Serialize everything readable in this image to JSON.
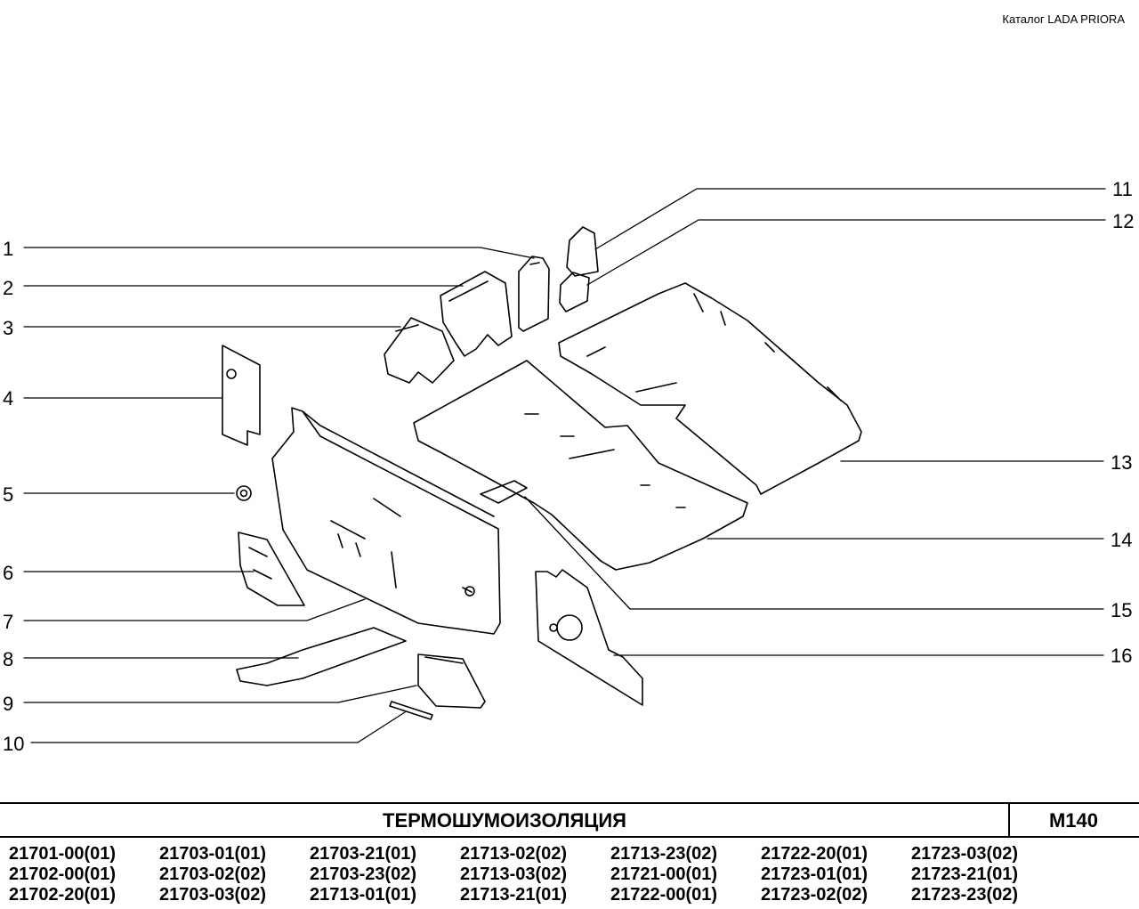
{
  "header": {
    "catalog": "Каталог  LADA  PRIORA"
  },
  "callouts": {
    "left": [
      "1",
      "2",
      "3",
      "4",
      "5",
      "6",
      "7",
      "8",
      "9",
      "10"
    ],
    "right": [
      "11",
      "12",
      "13",
      "14",
      "15",
      "16"
    ]
  },
  "footer": {
    "title": "ТЕРМОШУМОИЗОЛЯЦИЯ",
    "code": "M140",
    "models": [
      "21701-00(01)",
      "21703-01(01)",
      "21703-21(01)",
      "21713-02(02)",
      "21713-23(02)",
      "21722-20(01)",
      "21723-03(02)",
      "21702-00(01)",
      "21703-02(02)",
      "21703-23(02)",
      "21713-03(02)",
      "21721-00(01)",
      "21723-01(01)",
      "21723-21(01)",
      "21702-20(01)",
      "21703-03(02)",
      "21713-01(01)",
      "21713-21(01)",
      "21722-00(01)",
      "21723-02(02)",
      "21723-23(02)"
    ]
  }
}
